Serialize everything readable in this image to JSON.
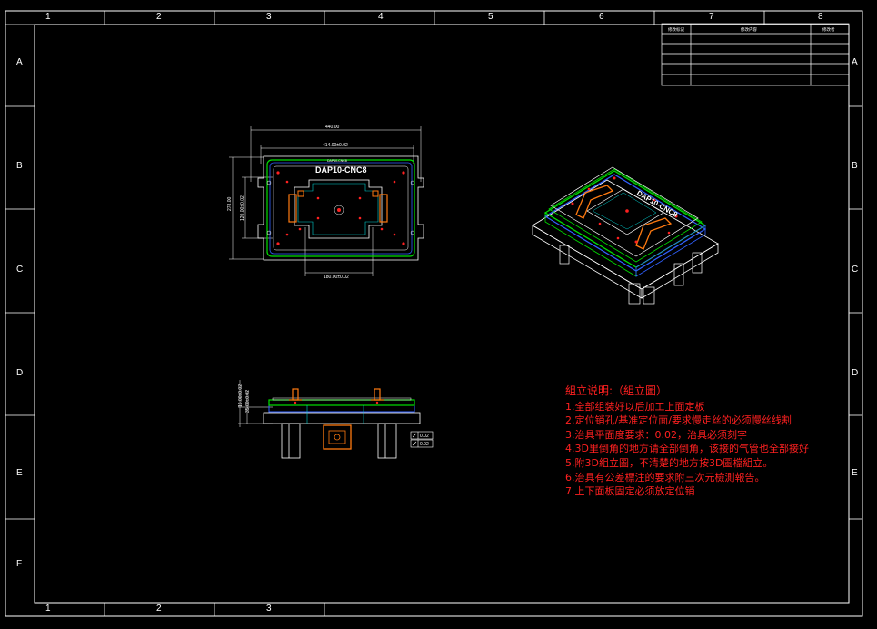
{
  "frame": {
    "columns": [
      "1",
      "2",
      "3",
      "4",
      "5",
      "6",
      "7",
      "8"
    ],
    "bottom_columns": [
      "1",
      "2",
      "3"
    ],
    "rows": [
      "A",
      "B",
      "C",
      "D",
      "E",
      "F"
    ]
  },
  "title_block": {
    "headers": [
      "修改标记",
      "修改内容",
      "修改者"
    ]
  },
  "top_view": {
    "part_label": "DAP10-CNC8",
    "small_label": "DAP10-CNC8",
    "dim_overall_width": "440.00",
    "dim_inner_width": "414.00±0.02",
    "dim_bottom_width": "180.00±0.02",
    "dim_height": "278.00",
    "dim_inner_height": "120.00±0.02"
  },
  "side_view": {
    "dim_a": "16.00±0.02",
    "dim_b": "35.00±0.02",
    "flatness_1": "0.02",
    "flatness_2": "0.02"
  },
  "iso_view": {
    "label": "DAP10-CNC8"
  },
  "notes": {
    "title": "組立说明:（組立圖）",
    "items": [
      "1.全部组装好以后加工上面定板",
      "2.定位销孔/基准定位面/要求慢走丝的必须慢丝线割",
      "3.治具平面度要求：0.02，治具必须刻字",
      "4.3D里倒角的地方请全部倒角，该接的气管也全部接好",
      "5.附3D組立圖，不清楚的地方按3D圖檔組立。",
      "6.治具有公差標注的要求附三次元檢測報告。",
      "7.上下面板固定必须放定位销"
    ]
  },
  "colors": {
    "frame": "#ffffff",
    "plate_green": "#00e000",
    "plate_blue": "#3060ff",
    "cyan": "#00d0d0",
    "orange": "#ff7a10",
    "red": "#ff2020"
  }
}
